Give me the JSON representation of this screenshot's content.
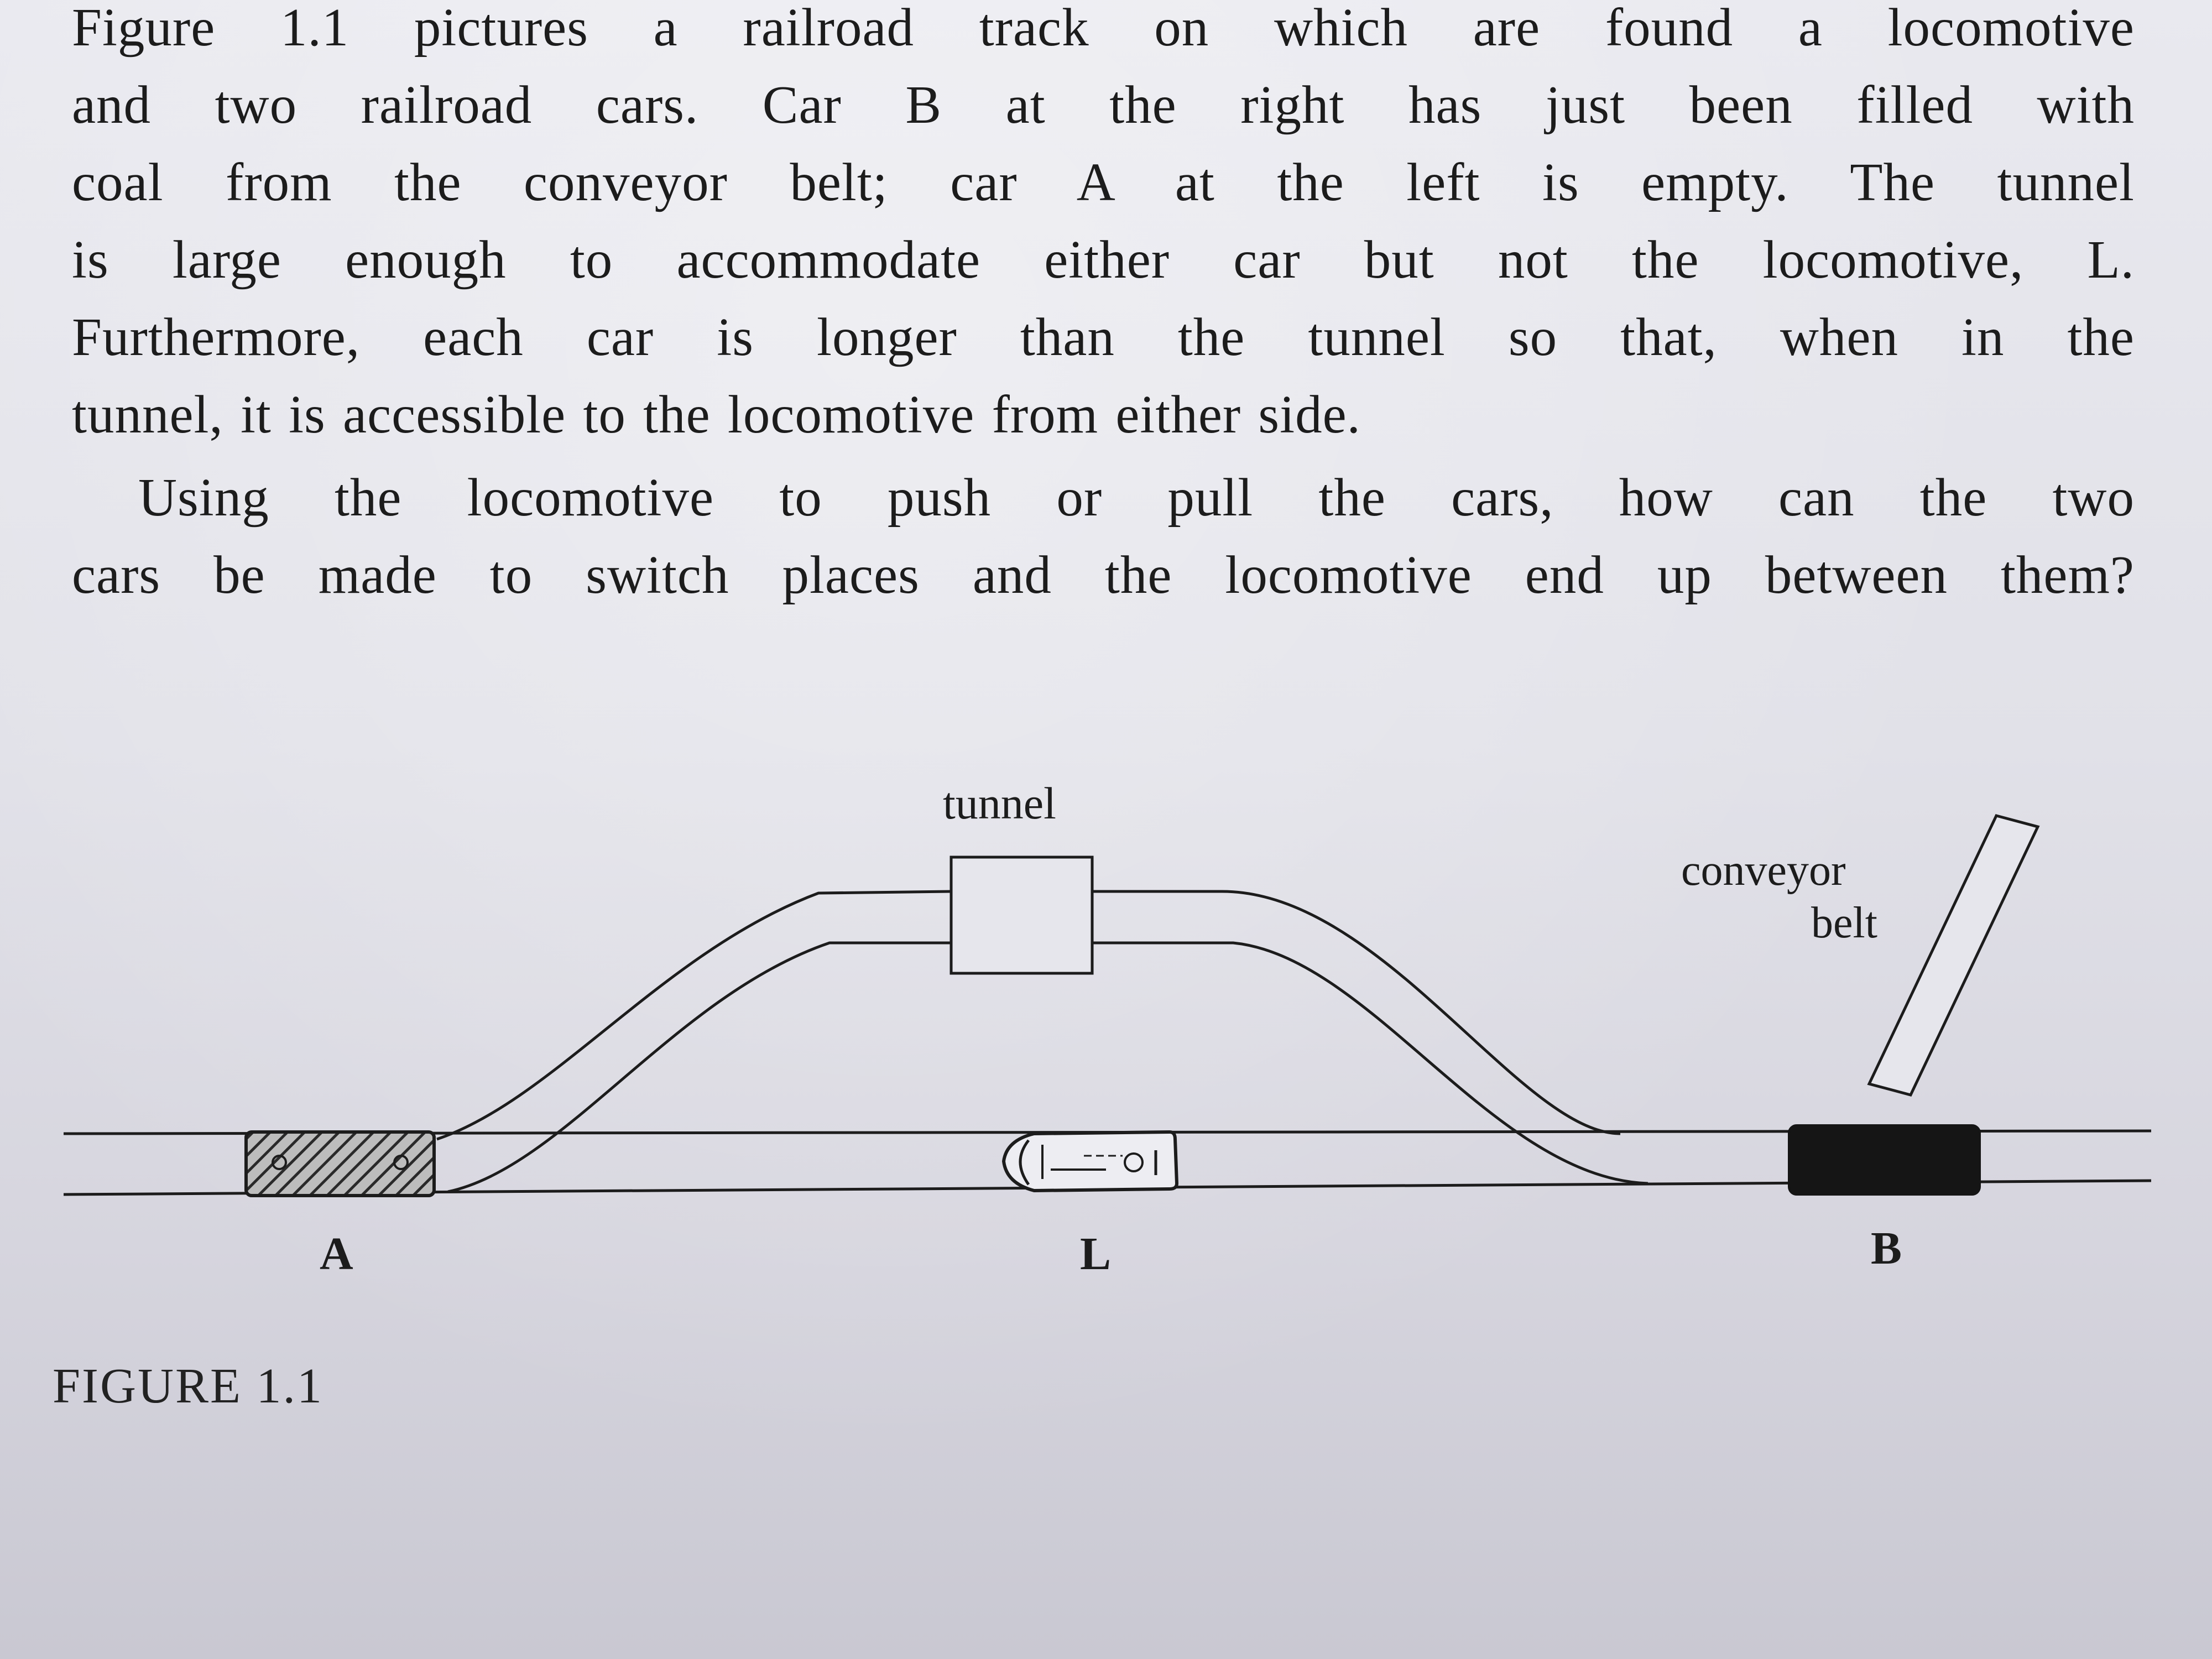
{
  "paragraphs": [
    {
      "lines": [
        "Figure 1.1 pictures a railroad track on which are found a locomotive",
        "and two railroad cars. Car B at the right has just been filled with",
        "coal from the conveyor belt; car A at the left is empty. The tunnel",
        "is large enough to accommodate either car but not the locomotive, L.",
        "Furthermore, each car is longer than the tunnel so that, when in the",
        "tunnel, it is accessible to the locomotive from either side."
      ]
    },
    {
      "lines": [
        "Using the locomotive to push or pull the cars, how can the two",
        "cars be made to switch places and the locomotive end up between them?"
      ]
    }
  ],
  "figure": {
    "labels": {
      "tunnel": "tunnel",
      "conveyor_line1": "conveyor",
      "conveyor_line2": "belt",
      "car_a": "A",
      "locomotive": "L",
      "car_b": "B"
    },
    "colors": {
      "ink": "#1c1c1c",
      "car_b_fill": "#151515",
      "car_a_hatch": "#2a2a2a"
    },
    "caption": "FIGURE 1.1"
  }
}
